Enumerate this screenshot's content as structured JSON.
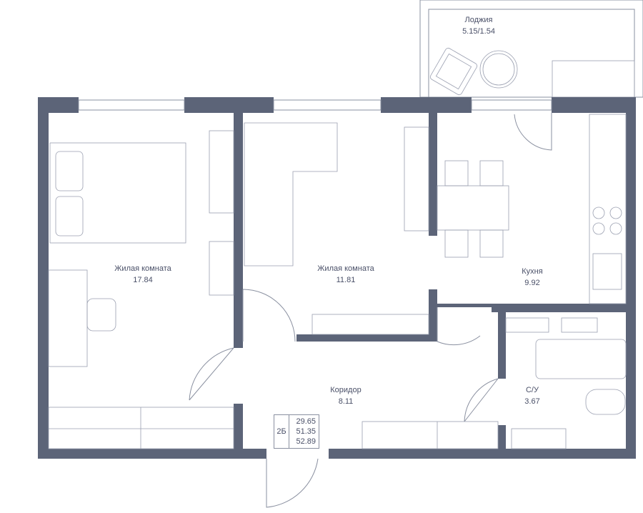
{
  "rooms": [
    {
      "name": "Лоджия",
      "area": "5.15/1.54"
    },
    {
      "name": "Жилая комната",
      "area": "17.84"
    },
    {
      "name": "Жилая комната",
      "area": "11.81"
    },
    {
      "name": "Кухня",
      "area": "9.92"
    },
    {
      "name": "Коридор",
      "area": "8.11"
    },
    {
      "name": "С/У",
      "area": "3.67"
    }
  ],
  "legend": {
    "code": "2Б",
    "values": [
      "29.65",
      "51.35",
      "52.89"
    ]
  },
  "colors": {
    "wall": "#5c6478",
    "line": "#8a90a0",
    "text": "#4a5068"
  }
}
